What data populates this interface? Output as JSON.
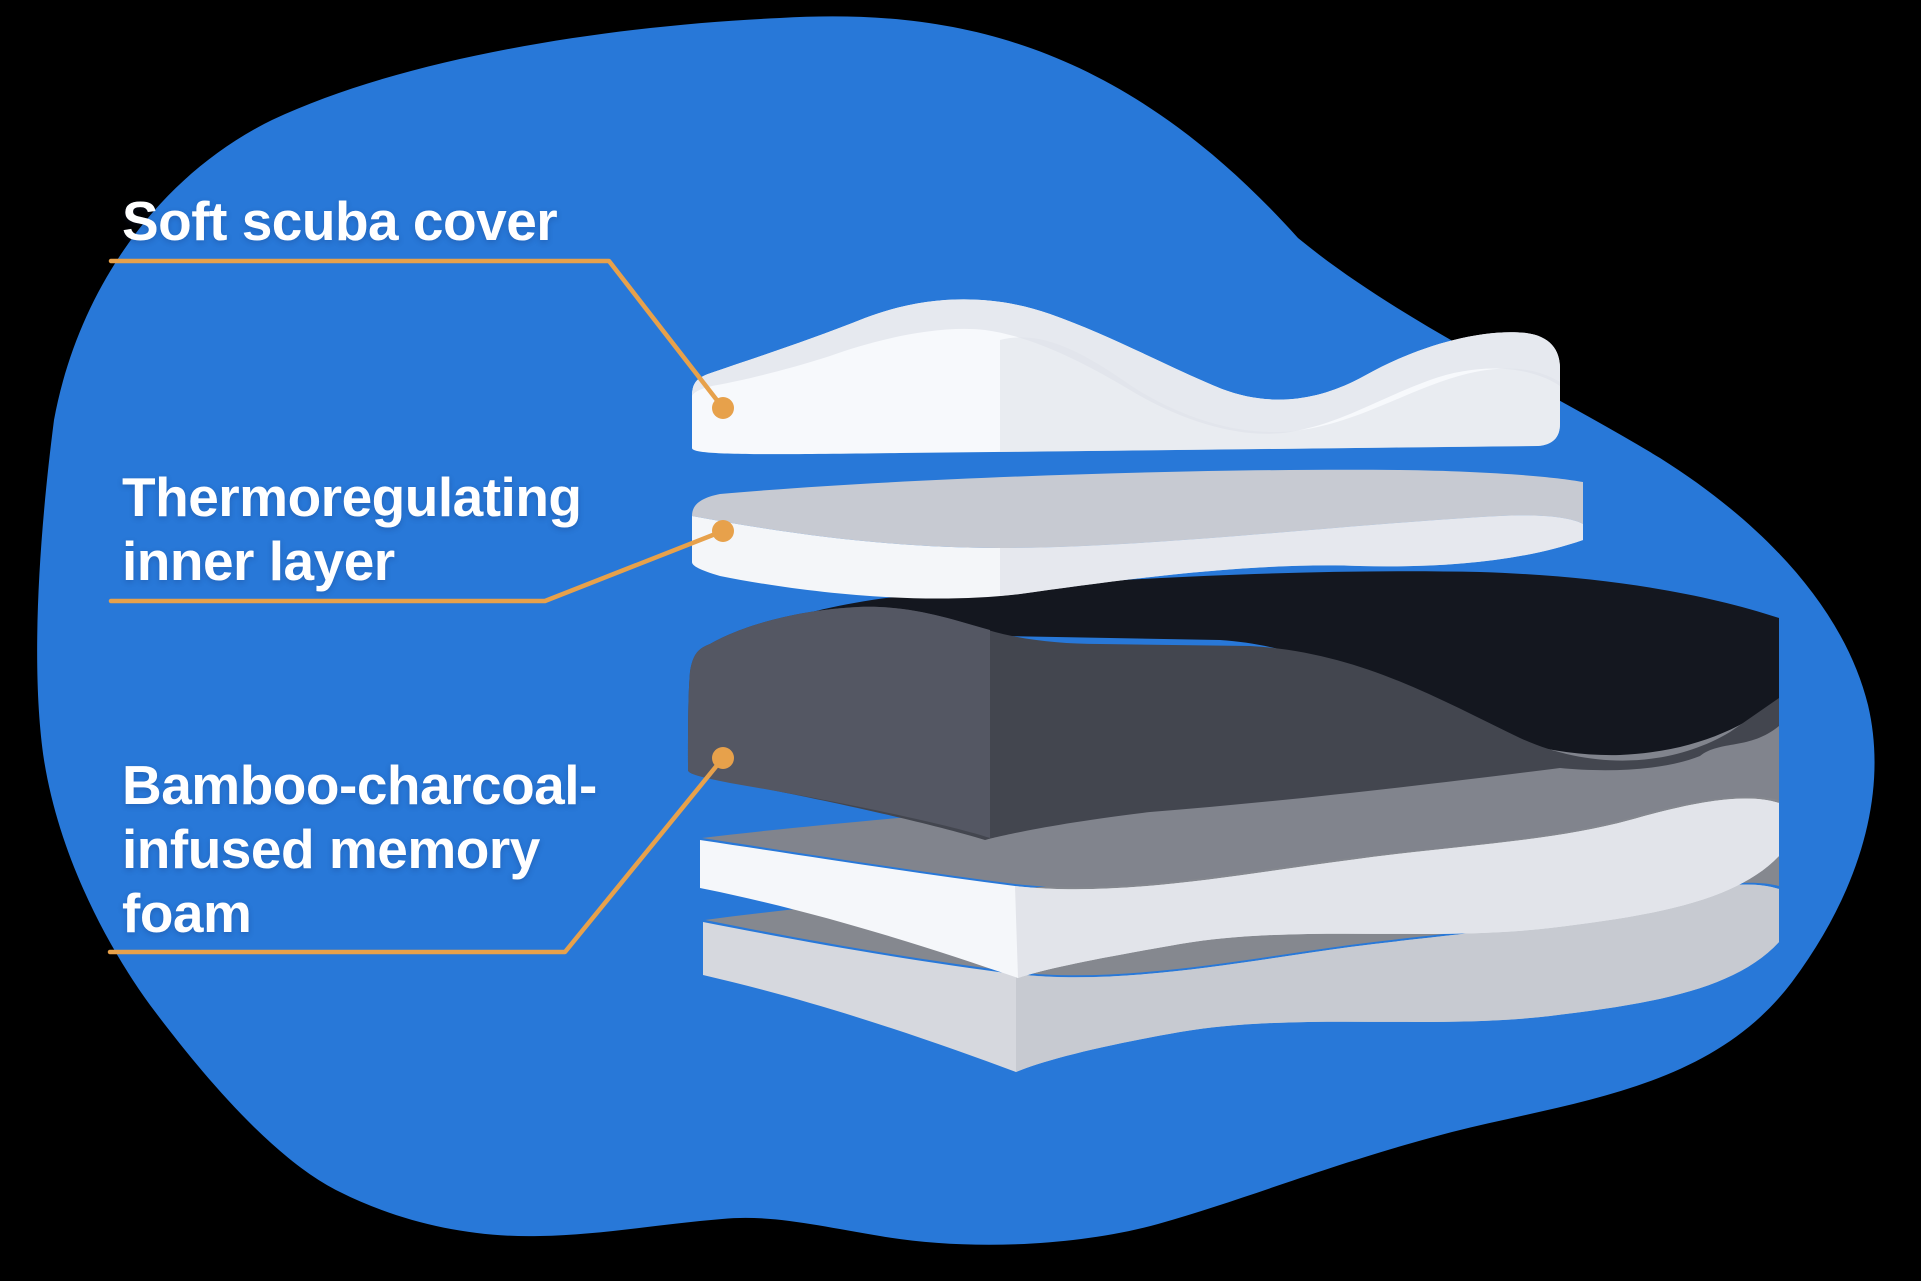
{
  "illustration": {
    "type": "pillow-layer-diagram",
    "labels": [
      {
        "id": "soft-scuba-cover",
        "lines": [
          "Soft scuba cover"
        ]
      },
      {
        "id": "thermoregulating-inner-layer",
        "lines": [
          "Thermoregulating",
          "inner layer"
        ]
      },
      {
        "id": "bamboo-charcoal-infused-memory-foam",
        "lines": [
          "Bamboo-charcoal-",
          "infused memory",
          "foam"
        ]
      }
    ],
    "colors": {
      "canvas": "#000000",
      "blob": "#2878D8",
      "accent": "#E7A14B",
      "label_text": "#FFFFFF",
      "cover_face": "#F7F9FC",
      "cover_top": "#E6E9EF",
      "cover_face_shade": "#DFE3EA",
      "inner_layer_top": "#C7CAD2",
      "inner_layer_face": "#F4F6F9",
      "inner_layer_face_shade": "#E0E3E9",
      "memory_foam_top": "#14171F",
      "memory_foam_face": "#43464F",
      "memory_foam_face_left": "#545763",
      "base_layer_top": "#81848D",
      "base_layer_face": "#F5F7FA",
      "base_layer_face_shade": "#DBDEE4",
      "bottom_layer_top": "#85888F",
      "bottom_layer_face": "#D6D8DE",
      "bottom_layer_face_shade": "#C2C5CC"
    }
  }
}
